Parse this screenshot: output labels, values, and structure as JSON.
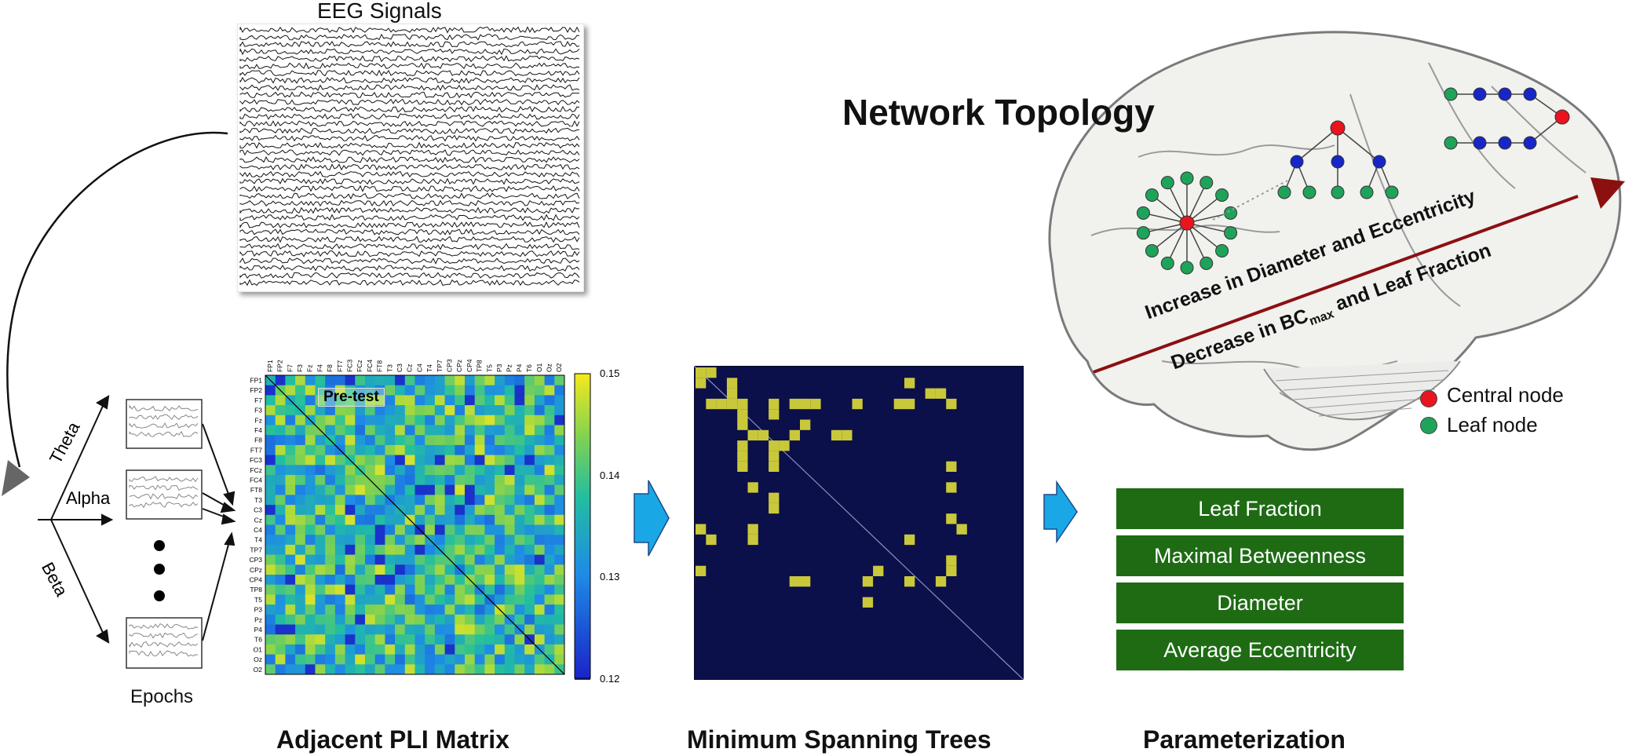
{
  "eeg": {
    "title": "EEG Signals"
  },
  "bands": {
    "theta": "Theta",
    "alpha": "Alpha",
    "beta": "Beta"
  },
  "epochs": {
    "label": "Epochs"
  },
  "pli": {
    "caption": "Adjacent PLI Matrix",
    "inset_label": "Pre-test",
    "colorbar_ticks": [
      "0.15",
      "0.14",
      "0.13",
      "0.12"
    ],
    "channels": [
      "FP1",
      "FP2",
      "F7",
      "F3",
      "Fz",
      "F4",
      "F8",
      "FT7",
      "FC3",
      "FCz",
      "FC4",
      "FT8",
      "T3",
      "C3",
      "Cz",
      "C4",
      "T4",
      "TP7",
      "CP3",
      "CPz",
      "CP4",
      "TP8",
      "T5",
      "P3",
      "Pz",
      "P4",
      "T6",
      "O1",
      "Oz",
      "O2"
    ],
    "colors": {
      "low": "#1a22c8",
      "mid": "#22b5a8",
      "high": "#f2e81e"
    }
  },
  "mst": {
    "caption": "Minimum Spanning Trees",
    "colors": {
      "bg": "#0b0f4a",
      "edge": "#c9c83a"
    }
  },
  "param": {
    "caption": "Parameterization",
    "items": [
      "Leaf Fraction",
      "Maximal Betweenness",
      "Diameter",
      "Average Eccentricity"
    ],
    "box_color": "#1e6b14"
  },
  "topology": {
    "title": "Network Topology",
    "arrow_line1": "Increase in Diameter and Eccentricity",
    "arrow_line2_prefix": "Decrease in BC",
    "arrow_line2_sub": "max",
    "arrow_line2_suffix": " and Leaf Fraction",
    "arrow_color": "#8b1010"
  },
  "legend": {
    "central": "Central node",
    "leaf": "Leaf node",
    "central_color": "#e8141e",
    "leaf_color": "#1fa35a",
    "inner_color": "#1726c8"
  }
}
